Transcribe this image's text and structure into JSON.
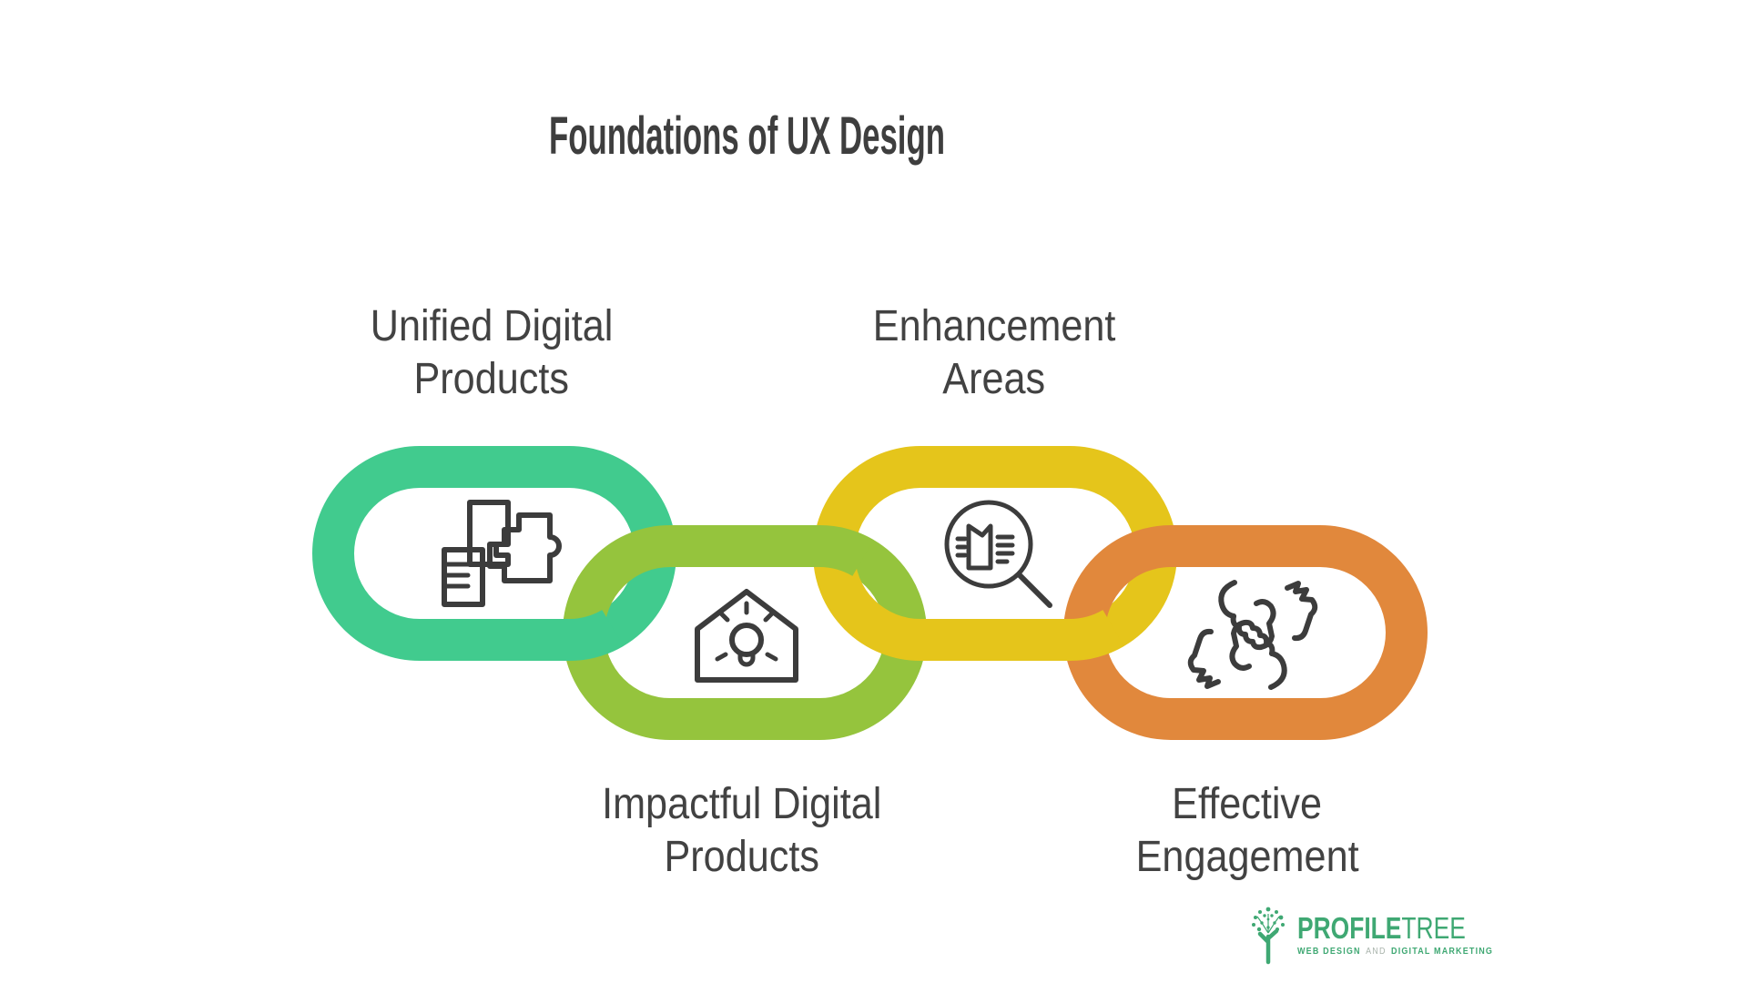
{
  "title": "Foundations of UX Design",
  "links": [
    {
      "name": "unified-digital-products",
      "label": [
        "Unified Digital",
        "Products"
      ],
      "label_position": "top",
      "color": "#41CB8E",
      "icon": "modular-blocks-icon"
    },
    {
      "name": "impactful-digital-products",
      "label": [
        "Impactful Digital",
        "Products"
      ],
      "label_position": "bottom",
      "color": "#95C43D",
      "icon": "house-lightbulb-icon"
    },
    {
      "name": "enhancement-areas",
      "label": [
        "Enhancement",
        "Areas"
      ],
      "label_position": "top",
      "color": "#E5C51B",
      "icon": "magnifier-document-icon"
    },
    {
      "name": "effective-engagement",
      "label": [
        "Effective",
        "Engagement"
      ],
      "label_position": "bottom",
      "color": "#E1883C",
      "icon": "hands-together-icon"
    }
  ],
  "colors": {
    "background": "#FFFFFF",
    "title_text": "#3E3E3E",
    "label_text": "#424242",
    "icon_stroke": "#3C3C3C",
    "logo_green": "#3FA873",
    "logo_and_gray": "#A9B4AC"
  },
  "logo": {
    "brand_bold": "PROFILE",
    "brand_light": "TREE",
    "tagline": [
      "WEB DESIGN",
      "AND",
      "DIGITAL MARKETING"
    ]
  }
}
